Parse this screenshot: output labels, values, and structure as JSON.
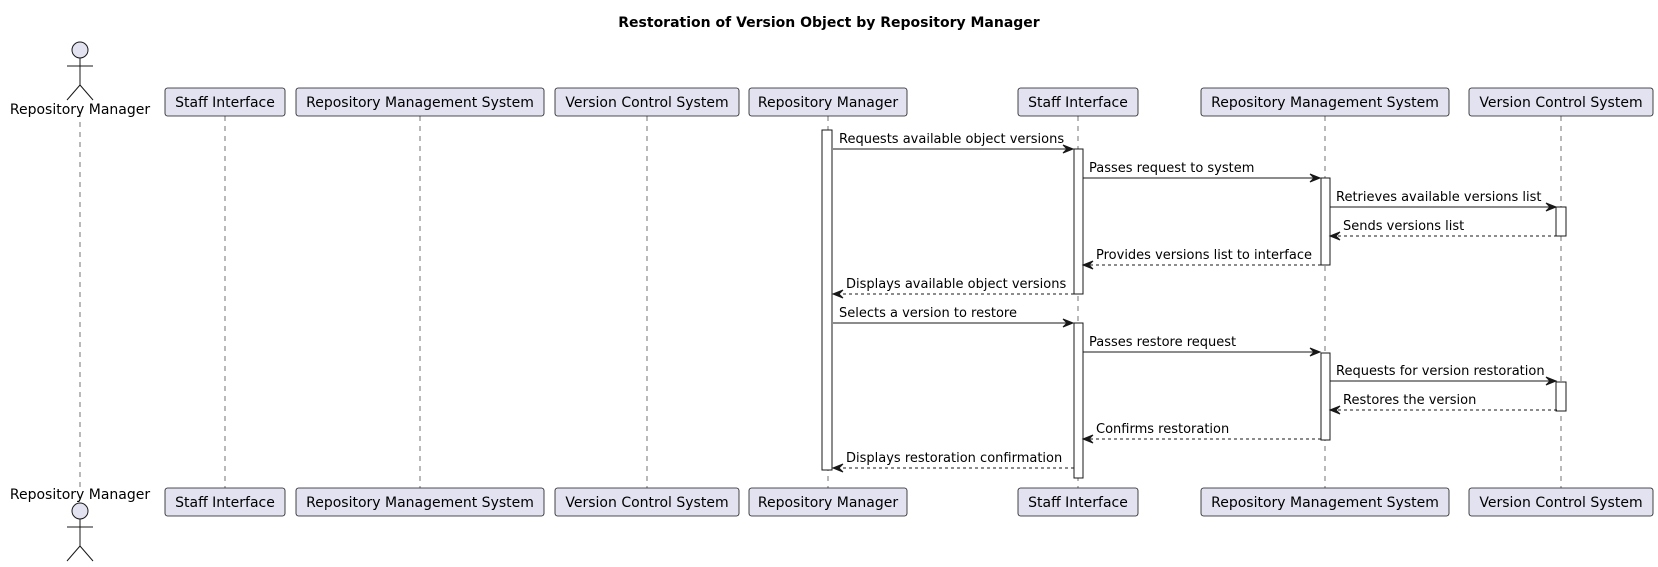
{
  "title": "Restoration of Version Object by Repository Manager",
  "colors": {
    "participant_fill": "#E2E2F0",
    "line": "#181818",
    "background": "#FFFFFF"
  },
  "participants": [
    {
      "id": "rm_actor",
      "label": "Repository Manager",
      "kind": "actor"
    },
    {
      "id": "si_1",
      "label": "Staff Interface",
      "kind": "participant"
    },
    {
      "id": "rms_1",
      "label": "Repository Management System",
      "kind": "participant"
    },
    {
      "id": "vcs_1",
      "label": "Version Control System",
      "kind": "participant"
    },
    {
      "id": "rm_2",
      "label": "Repository Manager",
      "kind": "participant"
    },
    {
      "id": "si_2",
      "label": "Staff Interface",
      "kind": "participant"
    },
    {
      "id": "rms_2",
      "label": "Repository Management System",
      "kind": "participant"
    },
    {
      "id": "vcs_2",
      "label": "Version Control System",
      "kind": "participant"
    }
  ],
  "messages": [
    {
      "from": "rm_2",
      "to": "si_2",
      "label": "Requests available object versions",
      "type": "sync"
    },
    {
      "from": "si_2",
      "to": "rms_2",
      "label": "Passes request to system",
      "type": "sync"
    },
    {
      "from": "rms_2",
      "to": "vcs_2",
      "label": "Retrieves available versions list",
      "type": "sync"
    },
    {
      "from": "vcs_2",
      "to": "rms_2",
      "label": "Sends versions list",
      "type": "return"
    },
    {
      "from": "rms_2",
      "to": "si_2",
      "label": "Provides versions list to interface",
      "type": "return"
    },
    {
      "from": "si_2",
      "to": "rm_2",
      "label": "Displays available object versions",
      "type": "return"
    },
    {
      "from": "rm_2",
      "to": "si_2",
      "label": "Selects a version to restore",
      "type": "sync"
    },
    {
      "from": "si_2",
      "to": "rms_2",
      "label": "Passes restore request",
      "type": "sync"
    },
    {
      "from": "rms_2",
      "to": "vcs_2",
      "label": "Requests for version restoration",
      "type": "sync"
    },
    {
      "from": "vcs_2",
      "to": "rms_2",
      "label": "Restores the version",
      "type": "return"
    },
    {
      "from": "rms_2",
      "to": "si_2",
      "label": "Confirms restoration",
      "type": "return"
    },
    {
      "from": "si_2",
      "to": "rm_2",
      "label": "Displays restoration confirmation",
      "type": "return"
    }
  ]
}
